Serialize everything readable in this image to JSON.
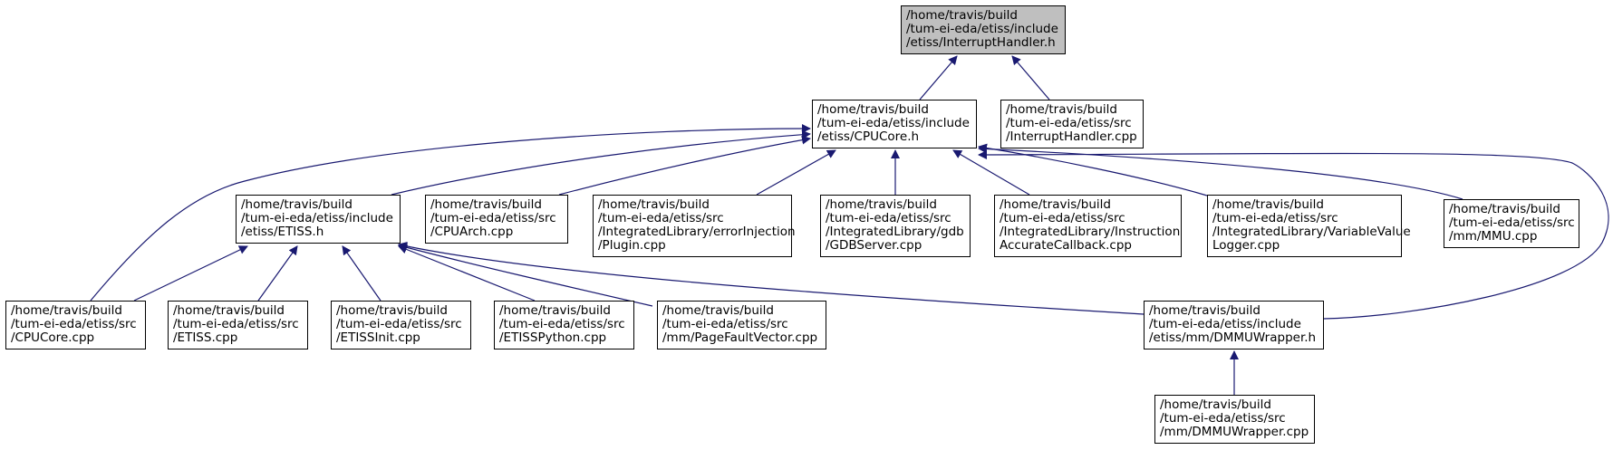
{
  "diagram": {
    "edge_color": "#191970",
    "nodes": [
      {
        "id": "interrupthandler-h",
        "lines": [
          "/home/travis/build",
          "/tum-ei-eda/etiss/include",
          "/etiss/InterruptHandler.h"
        ],
        "highlighted": true
      },
      {
        "id": "cpucore-h",
        "lines": [
          "/home/travis/build",
          "/tum-ei-eda/etiss/include",
          "/etiss/CPUCore.h"
        ]
      },
      {
        "id": "interrupthandler-cpp",
        "lines": [
          "/home/travis/build",
          "/tum-ei-eda/etiss/src",
          "/InterruptHandler.cpp"
        ]
      },
      {
        "id": "etiss-h",
        "lines": [
          "/home/travis/build",
          "/tum-ei-eda/etiss/include",
          "/etiss/ETISS.h"
        ]
      },
      {
        "id": "cpuarch-cpp",
        "lines": [
          "/home/travis/build",
          "/tum-ei-eda/etiss/src",
          "/CPUArch.cpp"
        ]
      },
      {
        "id": "errorinjection-plugin-cpp",
        "lines": [
          "/home/travis/build",
          "/tum-ei-eda/etiss/src",
          "/IntegratedLibrary/errorInjection",
          "/Plugin.cpp"
        ]
      },
      {
        "id": "gdbserver-cpp",
        "lines": [
          "/home/travis/build",
          "/tum-ei-eda/etiss/src",
          "/IntegratedLibrary/gdb",
          "/GDBServer.cpp"
        ]
      },
      {
        "id": "instructionaccuratecallback-cpp",
        "lines": [
          "/home/travis/build",
          "/tum-ei-eda/etiss/src",
          "/IntegratedLibrary/Instruction",
          "AccurateCallback.cpp"
        ]
      },
      {
        "id": "variablevaluelogger-cpp",
        "lines": [
          "/home/travis/build",
          "/tum-ei-eda/etiss/src",
          "/IntegratedLibrary/VariableValue",
          "Logger.cpp"
        ]
      },
      {
        "id": "mmu-cpp",
        "lines": [
          "/home/travis/build",
          "/tum-ei-eda/etiss/src",
          "/mm/MMU.cpp"
        ]
      },
      {
        "id": "cpucore-cpp",
        "lines": [
          "/home/travis/build",
          "/tum-ei-eda/etiss/src",
          "/CPUCore.cpp"
        ]
      },
      {
        "id": "etiss-cpp",
        "lines": [
          "/home/travis/build",
          "/tum-ei-eda/etiss/src",
          "/ETISS.cpp"
        ]
      },
      {
        "id": "etissinit-cpp",
        "lines": [
          "/home/travis/build",
          "/tum-ei-eda/etiss/src",
          "/ETISSInit.cpp"
        ]
      },
      {
        "id": "etisspython-cpp",
        "lines": [
          "/home/travis/build",
          "/tum-ei-eda/etiss/src",
          "/ETISSPython.cpp"
        ]
      },
      {
        "id": "pagefaultvector-cpp",
        "lines": [
          "/home/travis/build",
          "/tum-ei-eda/etiss/src",
          "/mm/PageFaultVector.cpp"
        ]
      },
      {
        "id": "dmmuwrapper-h",
        "lines": [
          "/home/travis/build",
          "/tum-ei-eda/etiss/include",
          "/etiss/mm/DMMUWrapper.h"
        ]
      },
      {
        "id": "dmmuwrapper-cpp",
        "lines": [
          "/home/travis/build",
          "/tum-ei-eda/etiss/src",
          "/mm/DMMUWrapper.cpp"
        ]
      }
    ],
    "edges": [
      {
        "from": "cpucore-h",
        "to": "interrupthandler-h"
      },
      {
        "from": "interrupthandler-cpp",
        "to": "interrupthandler-h"
      },
      {
        "from": "etiss-h",
        "to": "cpucore-h"
      },
      {
        "from": "cpuarch-cpp",
        "to": "cpucore-h"
      },
      {
        "from": "errorinjection-plugin-cpp",
        "to": "cpucore-h"
      },
      {
        "from": "gdbserver-cpp",
        "to": "cpucore-h"
      },
      {
        "from": "instructionaccuratecallback-cpp",
        "to": "cpucore-h"
      },
      {
        "from": "variablevaluelogger-cpp",
        "to": "cpucore-h"
      },
      {
        "from": "mmu-cpp",
        "to": "cpucore-h"
      },
      {
        "from": "cpucore-cpp",
        "to": "cpucore-h"
      },
      {
        "from": "dmmuwrapper-h",
        "to": "cpucore-h"
      },
      {
        "from": "cpucore-cpp",
        "to": "etiss-h"
      },
      {
        "from": "etiss-cpp",
        "to": "etiss-h"
      },
      {
        "from": "etissinit-cpp",
        "to": "etiss-h"
      },
      {
        "from": "etisspython-cpp",
        "to": "etiss-h"
      },
      {
        "from": "pagefaultvector-cpp",
        "to": "etiss-h"
      },
      {
        "from": "dmmuwrapper-h",
        "to": "etiss-h"
      },
      {
        "from": "dmmuwrapper-cpp",
        "to": "dmmuwrapper-h"
      }
    ]
  }
}
